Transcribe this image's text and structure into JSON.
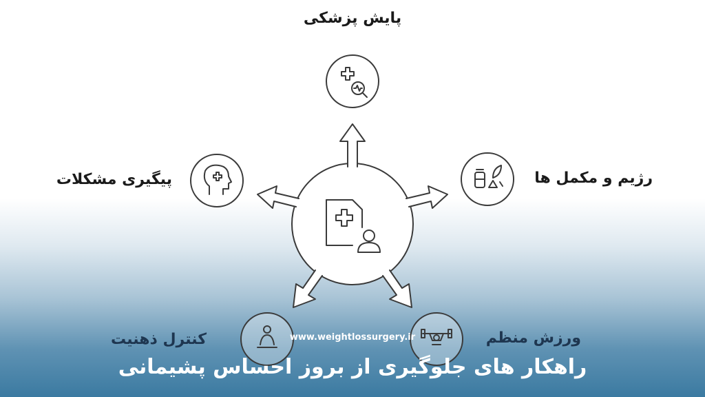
{
  "nodes": {
    "top": "پایش پزشکی",
    "left": "پیگیری مشکلات",
    "right": "رژیم و مکمل ها",
    "bottom_left": "کنترل ذهنیت",
    "bottom_right": "ورزش منظم"
  },
  "website": "www.weightlossurgery.ir",
  "title": "راهکار های جلوگیری از بروز احساس پشیمانی",
  "icons": {
    "center": "medical-record-person-icon",
    "top": "medical-monitoring-icon",
    "left": "head-health-icon",
    "right": "diet-supplements-icon",
    "bottom_left": "meditation-icon",
    "bottom_right": "weightlifting-icon"
  },
  "colors": {
    "stroke": "#3a3a3a",
    "gradient_bottom": "#3b7aa1"
  }
}
